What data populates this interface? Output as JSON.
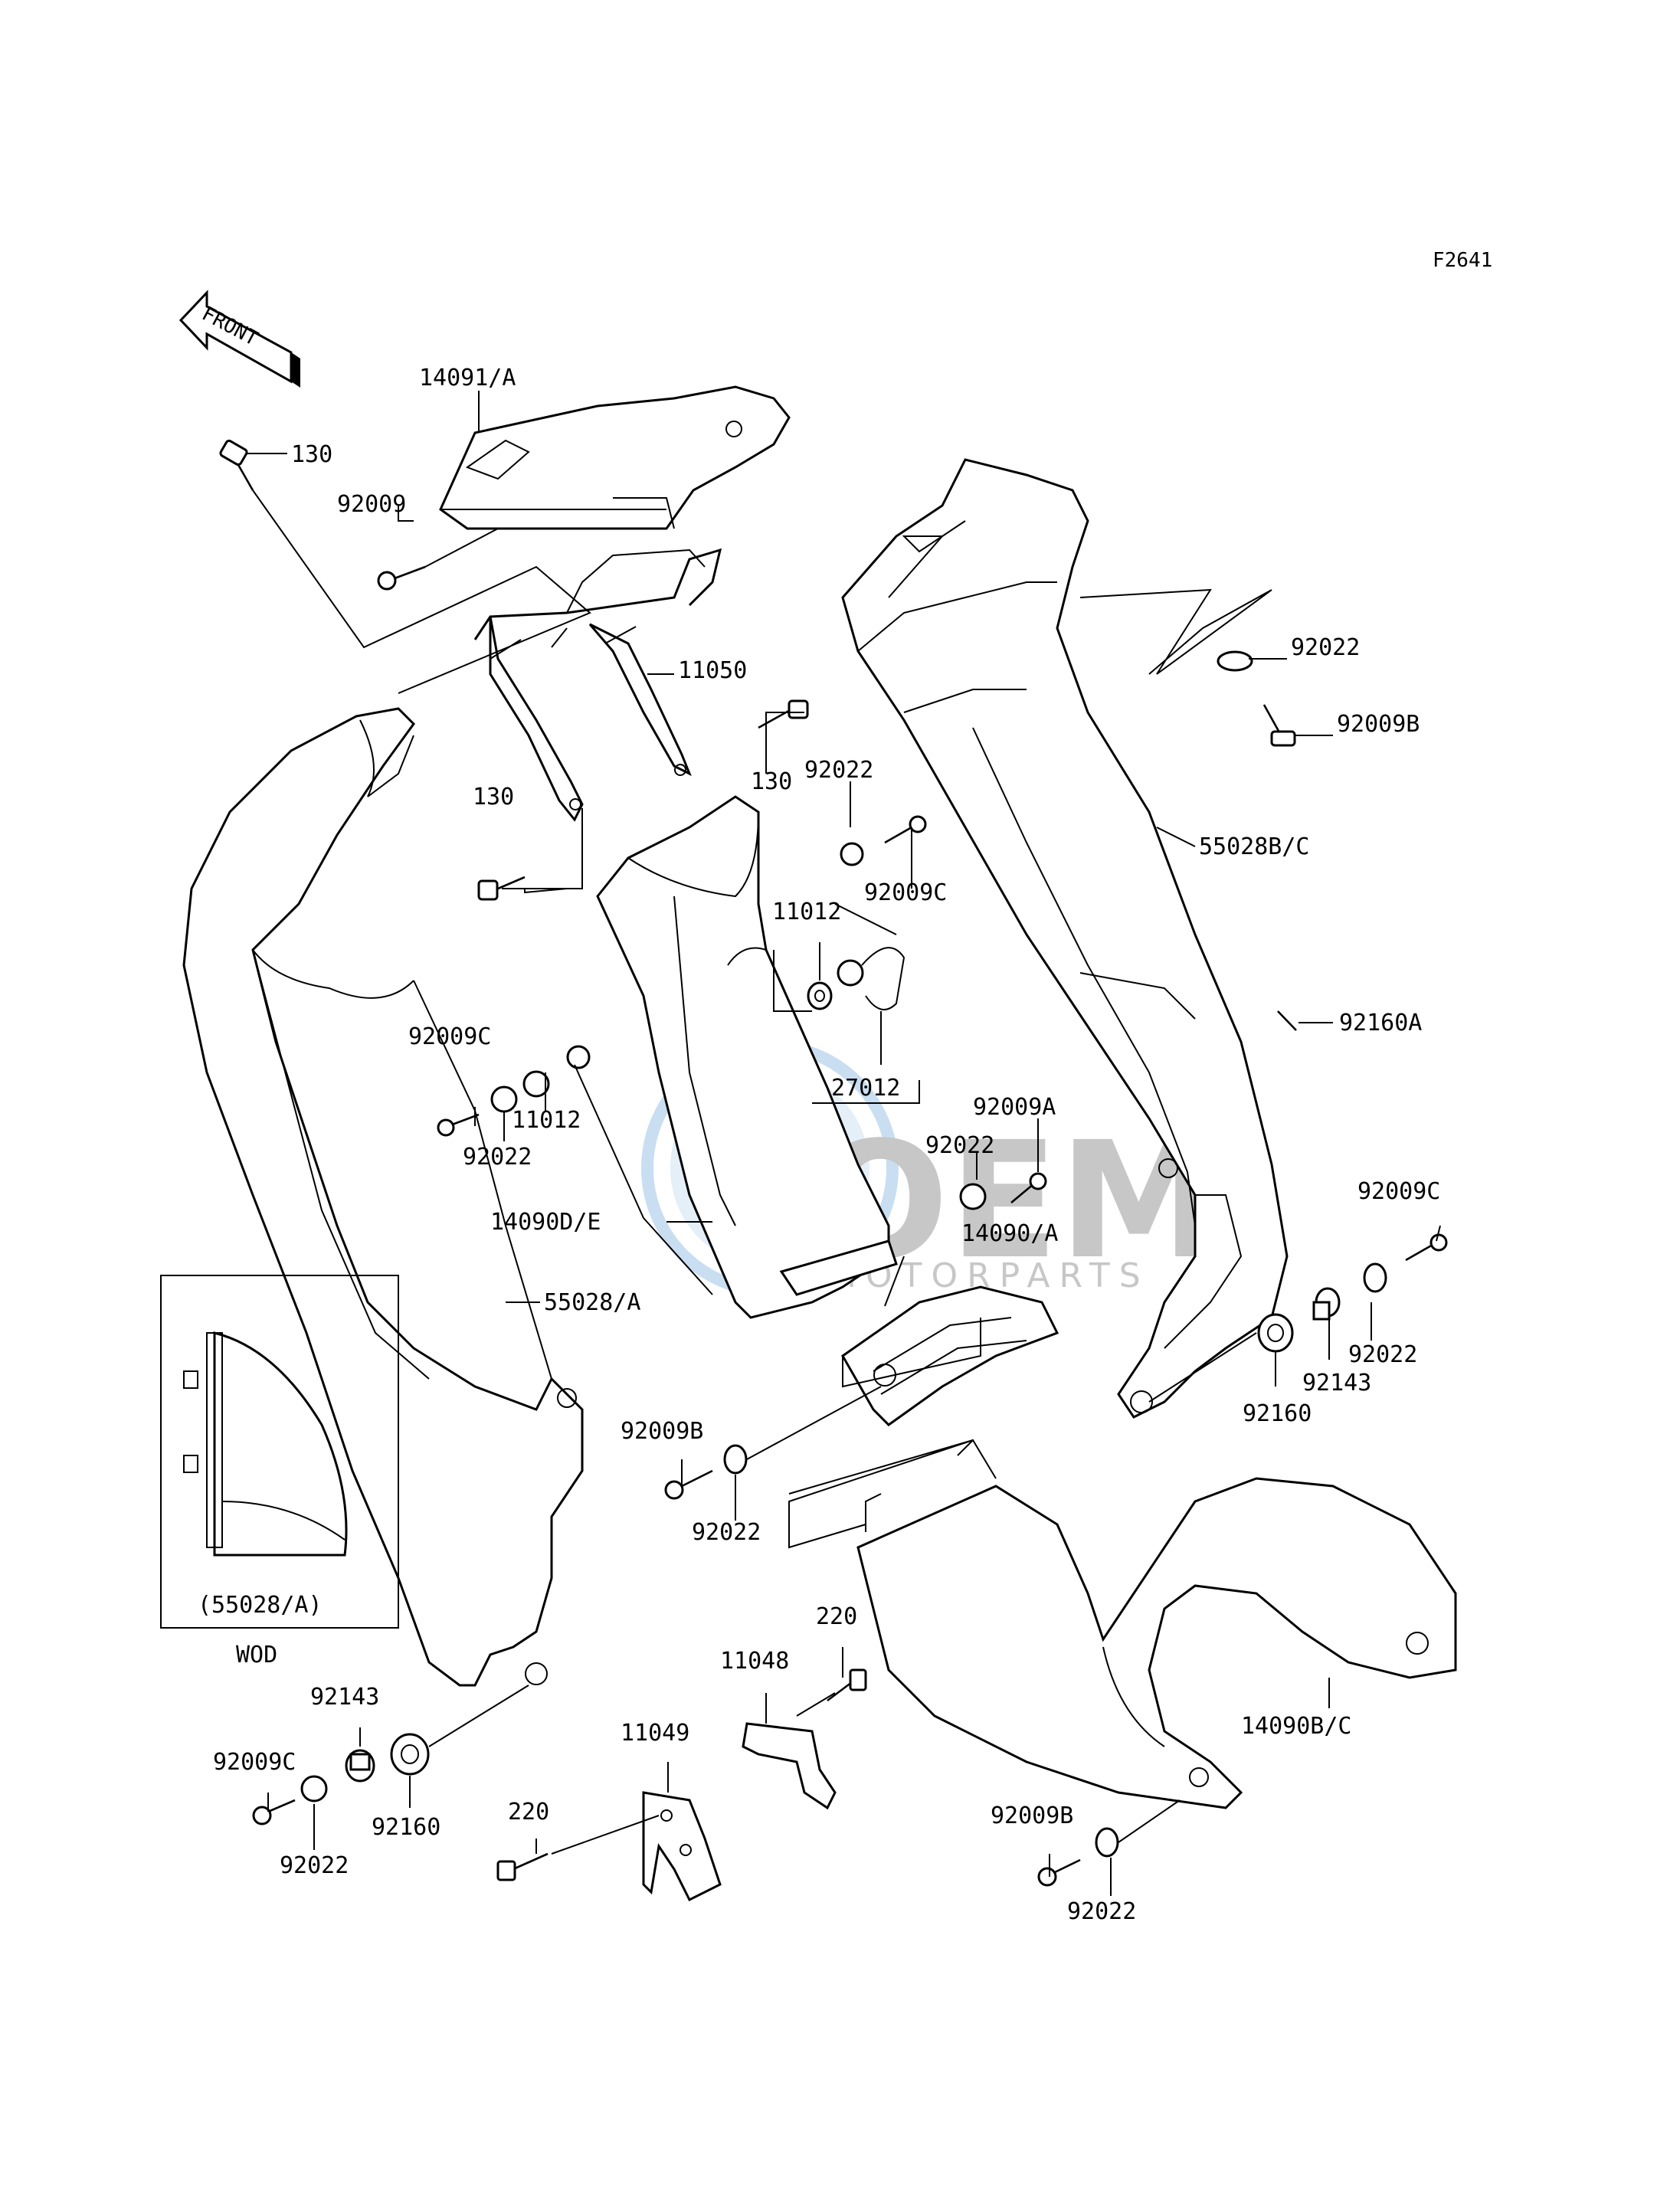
{
  "figure_code": "F2641",
  "front_arrow_label": "FRONT",
  "watermark": {
    "brand": "OEM",
    "sub": "MOTORPARTS"
  },
  "inset": {
    "caption": "(55028/A)",
    "variant": "WOD"
  },
  "labels": {
    "p14091a": "14091/A",
    "p130_top": "130",
    "p92009_top": "92009",
    "p11050": "11050",
    "p130_mid": "130",
    "p92022_top_r": "92022",
    "p92009b_top_r": "92009B",
    "p130_left": "130",
    "p92022_center": "92022",
    "p92009c_center": "92009C",
    "p55028bc": "55028B/C",
    "p11012_center": "11012",
    "p92160a": "92160A",
    "p92009c_left": "92009C",
    "p11012_left": "11012",
    "p92022_left": "92022",
    "p27012": "27012",
    "p92009a": "92009A",
    "p92022_mid": "92022",
    "p14090de": "14090D/E",
    "p14090a": "14090/A",
    "p92009c_right": "92009C",
    "p55028a": "55028/A",
    "p92022_right": "92022",
    "p92143_right": "92143",
    "p92160_right": "92160",
    "p92009b_mid": "92009B",
    "p92022_low": "92022",
    "p220_top": "220",
    "p11048": "11048",
    "p92143_left": "92143",
    "p11049": "11049",
    "p14090bc": "14090B/C",
    "p92009c_bot": "92009C",
    "p92160_left": "92160",
    "p220_bot": "220",
    "p92009b_bot": "92009B",
    "p92022_bot_left": "92022",
    "p92022_bot_right": "92022"
  }
}
